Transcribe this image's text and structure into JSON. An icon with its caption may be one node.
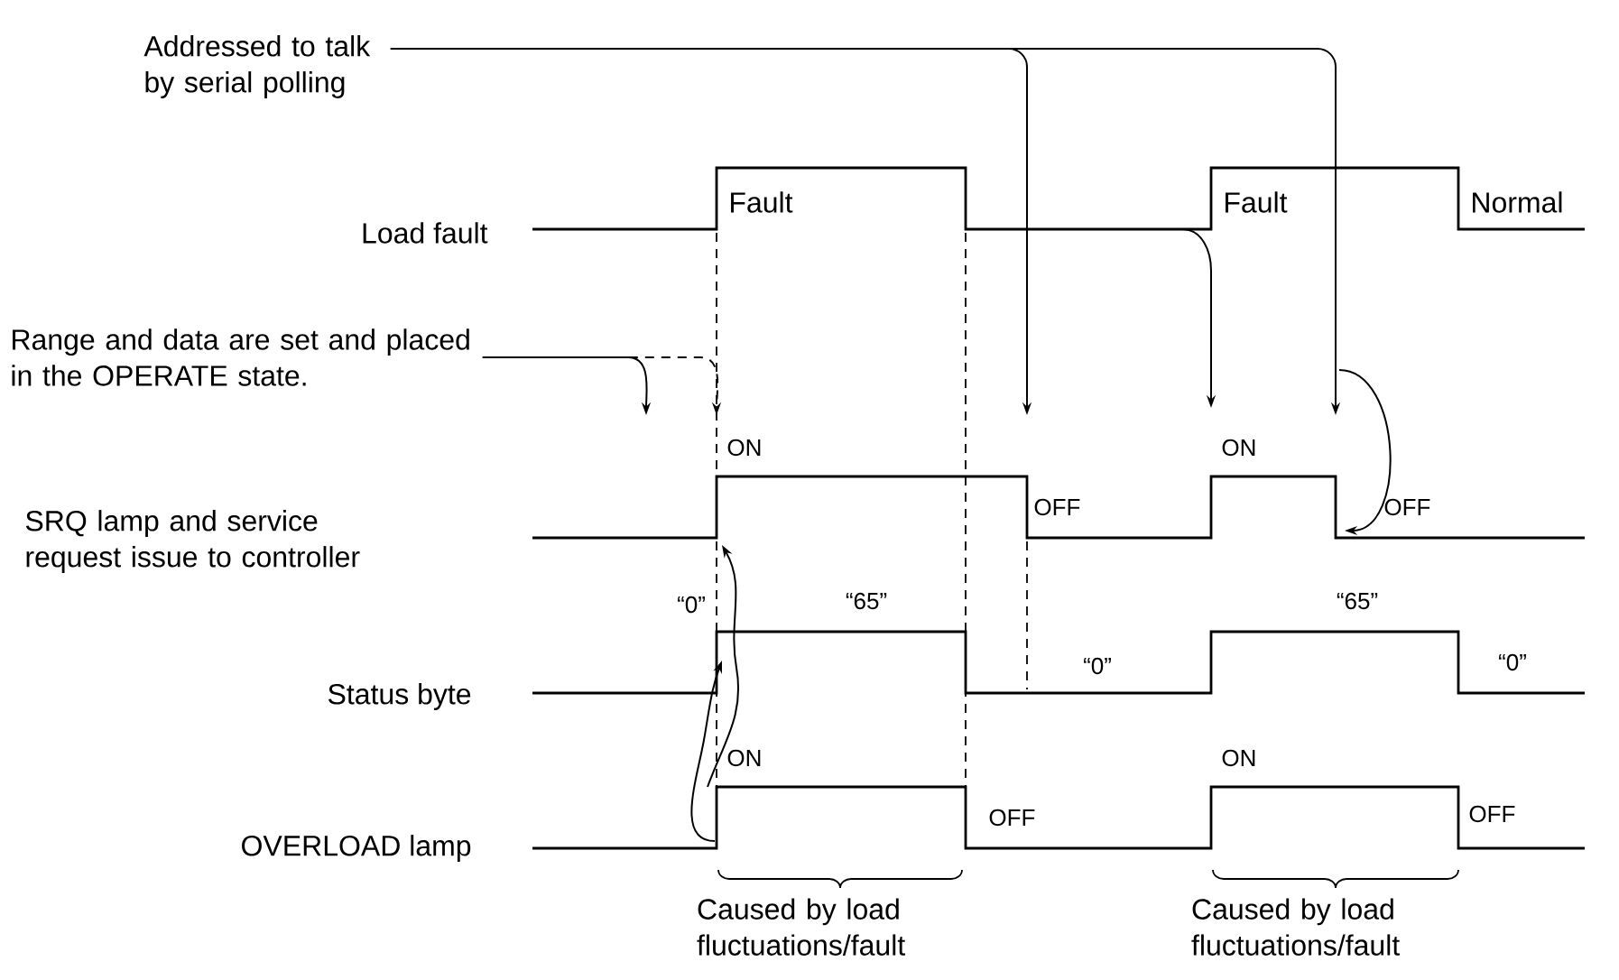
{
  "diagram": {
    "nodes": [
      {
        "text": [
          "Addressed to talk by serial polling"
        ]
      },
      {
        "text": [
          "Range and data are set and placed in the OPERATE state."
        ]
      }
    ],
    "edges": [
      {
        "from": 0,
        "to": null,
        "arrow": "to"
      },
      {
        "from": 0,
        "to": null,
        "arrow": "to"
      },
      {
        "from": 1,
        "to": null,
        "arrow": "to"
      },
      {
        "from": 1,
        "to": null,
        "arrow": "to",
        "style": "dashed"
      }
    ],
    "labels": [
      "Fault",
      "Fault",
      "Normal",
      "Load fault",
      "ON",
      "ON",
      "SRQ lamp and service request issue to controller",
      "OFF",
      "OFF",
      "“0”",
      "“65”",
      "“65”",
      "“0”",
      "“0”",
      "Status byte",
      "ON",
      "ON",
      "OFF",
      "OFF",
      "OVERLOAD lamp",
      "Caused by load fluctuations/fault",
      "Caused by load fluctuations/fault"
    ]
  }
}
